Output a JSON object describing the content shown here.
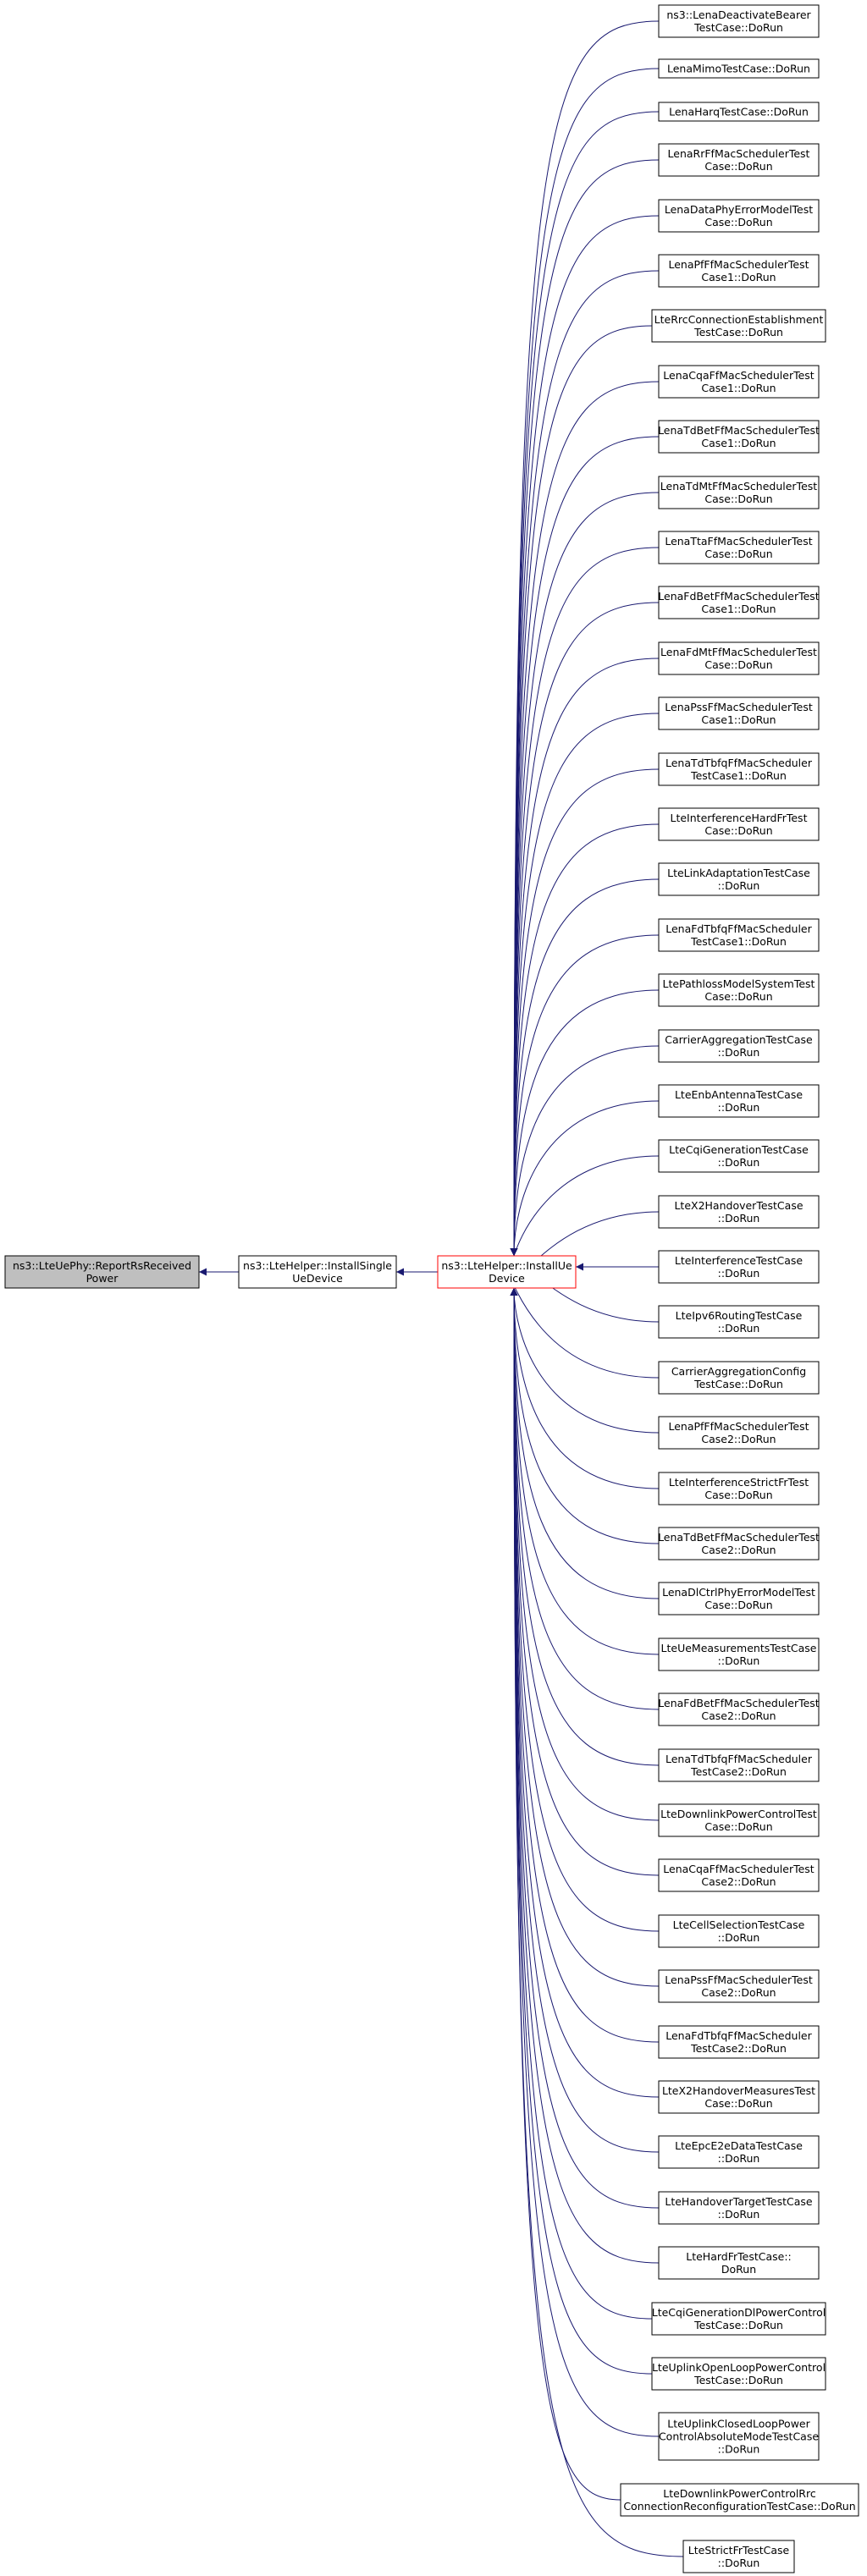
{
  "colors": {
    "edge": "#191970",
    "node_border": "#000000",
    "target_border": "#ff0000",
    "root_fill": "#bfbfbf",
    "node_fill": "#ffffff"
  },
  "root": {
    "id": "root",
    "lines": [
      "ns3::LteUePhy::ReportRsReceived",
      "Power"
    ]
  },
  "middle": {
    "id": "install-single",
    "lines": [
      "ns3::LteHelper::InstallSingle",
      "UeDevice"
    ]
  },
  "target": {
    "id": "install-ue",
    "lines": [
      "ns3::LteHelper::InstallUe",
      "Device"
    ]
  },
  "callers": [
    {
      "id": "c01",
      "lines": [
        "ns3::LenaDeactivateBearer",
        "TestCase::DoRun"
      ]
    },
    {
      "id": "c02",
      "lines": [
        "LenaMimoTestCase::DoRun"
      ]
    },
    {
      "id": "c03",
      "lines": [
        "LenaHarqTestCase::DoRun"
      ]
    },
    {
      "id": "c04",
      "lines": [
        "LenaRrFfMacSchedulerTest",
        "Case::DoRun"
      ]
    },
    {
      "id": "c05",
      "lines": [
        "LenaDataPhyErrorModelTest",
        "Case::DoRun"
      ]
    },
    {
      "id": "c06",
      "lines": [
        "LenaPfFfMacSchedulerTest",
        "Case1::DoRun"
      ]
    },
    {
      "id": "c07",
      "lines": [
        "LteRrcConnectionEstablishment",
        "TestCase::DoRun"
      ]
    },
    {
      "id": "c08",
      "lines": [
        "LenaCqaFfMacSchedulerTest",
        "Case1::DoRun"
      ]
    },
    {
      "id": "c09",
      "lines": [
        "LenaTdBetFfMacSchedulerTest",
        "Case1::DoRun"
      ]
    },
    {
      "id": "c10",
      "lines": [
        "LenaTdMtFfMacSchedulerTest",
        "Case::DoRun"
      ]
    },
    {
      "id": "c11",
      "lines": [
        "LenaTtaFfMacSchedulerTest",
        "Case::DoRun"
      ]
    },
    {
      "id": "c12",
      "lines": [
        "LenaFdBetFfMacSchedulerTest",
        "Case1::DoRun"
      ]
    },
    {
      "id": "c13",
      "lines": [
        "LenaFdMtFfMacSchedulerTest",
        "Case::DoRun"
      ]
    },
    {
      "id": "c14",
      "lines": [
        "LenaPssFfMacSchedulerTest",
        "Case1::DoRun"
      ]
    },
    {
      "id": "c15",
      "lines": [
        "LenaTdTbfqFfMacScheduler",
        "TestCase1::DoRun"
      ]
    },
    {
      "id": "c16",
      "lines": [
        "LteInterferenceHardFrTest",
        "Case::DoRun"
      ]
    },
    {
      "id": "c17",
      "lines": [
        "LteLinkAdaptationTestCase",
        "::DoRun"
      ]
    },
    {
      "id": "c18",
      "lines": [
        "LenaFdTbfqFfMacScheduler",
        "TestCase1::DoRun"
      ]
    },
    {
      "id": "c19",
      "lines": [
        "LtePathlossModelSystemTest",
        "Case::DoRun"
      ]
    },
    {
      "id": "c20",
      "lines": [
        "CarrierAggregationTestCase",
        "::DoRun"
      ]
    },
    {
      "id": "c21",
      "lines": [
        "LteEnbAntennaTestCase",
        "::DoRun"
      ]
    },
    {
      "id": "c22",
      "lines": [
        "LteCqiGenerationTestCase",
        "::DoRun"
      ]
    },
    {
      "id": "c23",
      "lines": [
        "LteX2HandoverTestCase",
        "::DoRun"
      ]
    },
    {
      "id": "c24",
      "lines": [
        "LteInterferenceTestCase",
        "::DoRun"
      ]
    },
    {
      "id": "c25",
      "lines": [
        "LteIpv6RoutingTestCase",
        "::DoRun"
      ]
    },
    {
      "id": "c26",
      "lines": [
        "CarrierAggregationConfig",
        "TestCase::DoRun"
      ]
    },
    {
      "id": "c27",
      "lines": [
        "LenaPfFfMacSchedulerTest",
        "Case2::DoRun"
      ]
    },
    {
      "id": "c28",
      "lines": [
        "LteInterferenceStrictFrTest",
        "Case::DoRun"
      ]
    },
    {
      "id": "c29",
      "lines": [
        "LenaTdBetFfMacSchedulerTest",
        "Case2::DoRun"
      ]
    },
    {
      "id": "c30",
      "lines": [
        "LenaDlCtrlPhyErrorModelTest",
        "Case::DoRun"
      ]
    },
    {
      "id": "c31",
      "lines": [
        "LteUeMeasurementsTestCase",
        "::DoRun"
      ]
    },
    {
      "id": "c32",
      "lines": [
        "LenaFdBetFfMacSchedulerTest",
        "Case2::DoRun"
      ]
    },
    {
      "id": "c33",
      "lines": [
        "LenaTdTbfqFfMacScheduler",
        "TestCase2::DoRun"
      ]
    },
    {
      "id": "c34",
      "lines": [
        "LteDownlinkPowerControlTest",
        "Case::DoRun"
      ]
    },
    {
      "id": "c35",
      "lines": [
        "LenaCqaFfMacSchedulerTest",
        "Case2::DoRun"
      ]
    },
    {
      "id": "c36",
      "lines": [
        "LteCellSelectionTestCase",
        "::DoRun"
      ]
    },
    {
      "id": "c37",
      "lines": [
        "LenaPssFfMacSchedulerTest",
        "Case2::DoRun"
      ]
    },
    {
      "id": "c38",
      "lines": [
        "LenaFdTbfqFfMacScheduler",
        "TestCase2::DoRun"
      ]
    },
    {
      "id": "c39",
      "lines": [
        "LteX2HandoverMeasuresTest",
        "Case::DoRun"
      ]
    },
    {
      "id": "c40",
      "lines": [
        "LteEpcE2eDataTestCase",
        "::DoRun"
      ]
    },
    {
      "id": "c41",
      "lines": [
        "LteHandoverTargetTestCase",
        "::DoRun"
      ]
    },
    {
      "id": "c42",
      "lines": [
        "LteHardFrTestCase::",
        "DoRun"
      ]
    },
    {
      "id": "c43",
      "lines": [
        "LteCqiGenerationDlPowerControl",
        "TestCase::DoRun"
      ]
    },
    {
      "id": "c44",
      "lines": [
        "LteUplinkOpenLoopPowerControl",
        "TestCase::DoRun"
      ]
    },
    {
      "id": "c45",
      "lines": [
        "LteUplinkClosedLoopPower",
        "ControlAbsoluteModeTestCase",
        "::DoRun"
      ]
    },
    {
      "id": "c46",
      "lines": [
        "LteDownlinkPowerControlRrc",
        "ConnectionReconfigurationTestCase::DoRun"
      ]
    },
    {
      "id": "c47",
      "lines": [
        "LteStrictFrTestCase",
        "::DoRun"
      ]
    }
  ]
}
